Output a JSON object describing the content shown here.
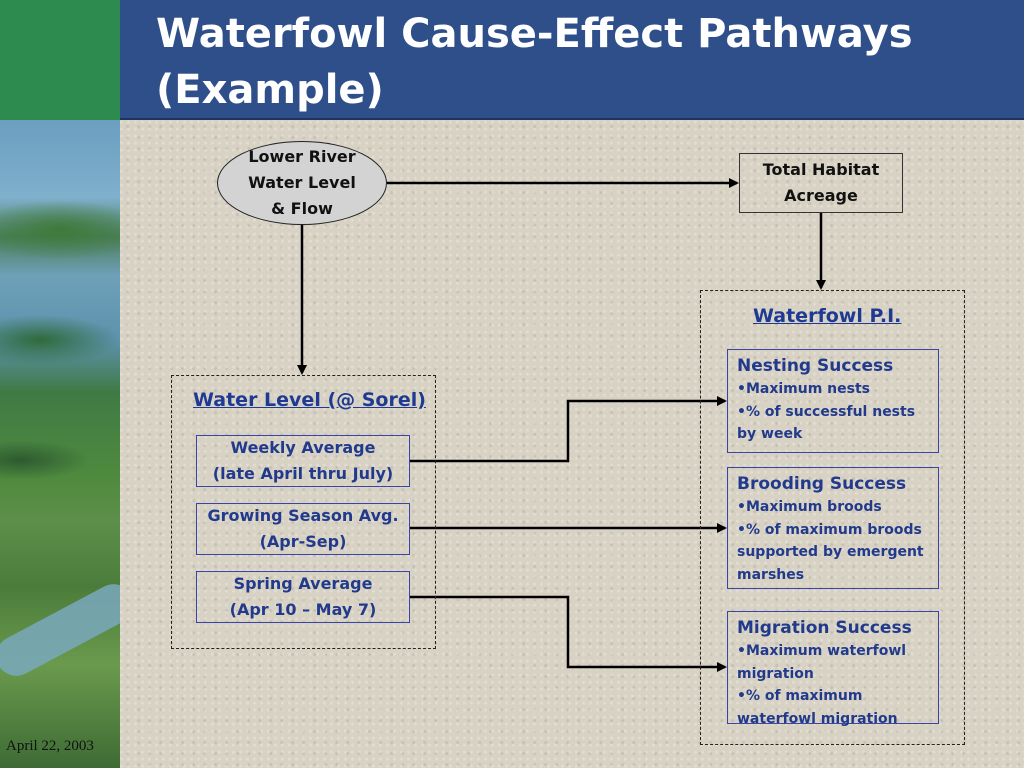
{
  "slide": {
    "title": "Waterfowl Cause-Effect Pathways (Example)",
    "date": "April 22, 2003"
  },
  "colors": {
    "title_bar": "#2f4f8a",
    "accent_green": "#2e8b4f",
    "box_text": "#223a8c",
    "link_text": "#1f3a93"
  },
  "diagram": {
    "driver": {
      "label": "Lower River\nWater Level\n& Flow"
    },
    "habitat": {
      "label": "Total Habitat\nAcreage"
    },
    "water_level_group": {
      "title": "Water Level (@ Sorel)",
      "items": [
        {
          "label": "Weekly Average\n(late April thru July)"
        },
        {
          "label": "Growing Season Avg.\n(Apr-Sep)"
        },
        {
          "label": "Spring Average\n(Apr 10 – May 7)"
        }
      ]
    },
    "pi_group": {
      "title": "Waterfowl P.I.",
      "items": [
        {
          "title": "Nesting Success",
          "lines": [
            "•Maximum nests",
            "•% of successful nests",
            "by week"
          ]
        },
        {
          "title": "Brooding Success",
          "lines": [
            "•Maximum broods",
            "•% of maximum broods",
            "supported by emergent",
            "marshes"
          ]
        },
        {
          "title": "Migration Success",
          "lines": [
            "•Maximum waterfowl",
            "migration",
            "•% of maximum",
            "waterfowl migration"
          ]
        }
      ]
    }
  }
}
